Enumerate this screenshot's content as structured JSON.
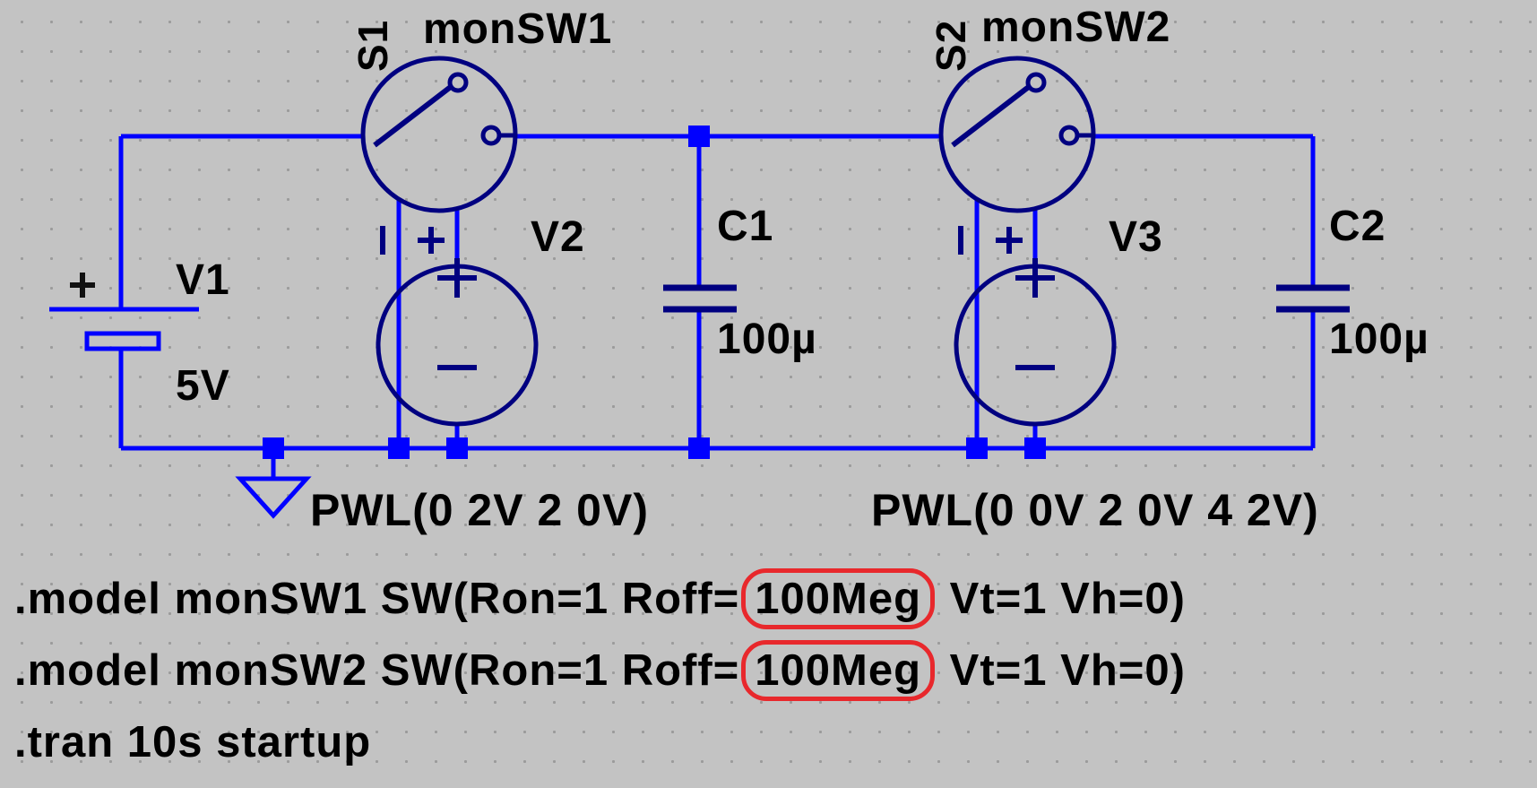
{
  "canvas": {
    "background": "#c3c3c3",
    "grid_dot_color": "#9b9b9b"
  },
  "colors": {
    "wire": "#0000ff",
    "symbol": "#000080",
    "junction": "#0000ff",
    "label_text": "#000000",
    "highlight_box": "#e8282c"
  },
  "components": {
    "V1": {
      "designator": "V1",
      "value": "5V"
    },
    "S1": {
      "designator": "S1",
      "model": "monSW1"
    },
    "V2": {
      "designator": "V2",
      "value": "PWL(0 2V 2 0V)"
    },
    "C1": {
      "designator": "C1",
      "value": "100µ"
    },
    "S2": {
      "designator": "S2",
      "model": "monSW2"
    },
    "V3": {
      "designator": "V3",
      "value": "PWL(0 0V 2 0V 4 2V)"
    },
    "C2": {
      "designator": "C2",
      "value": "100µ"
    }
  },
  "directives": [
    {
      "pre": ".model monSW1 SW(Ron=1 Roff=",
      "highlighted": "100Meg",
      "post": " Vt=1 Vh=0)"
    },
    {
      "pre": ".model monSW2 SW(Ron=1 Roff=",
      "highlighted": "100Meg",
      "post": " Vt=1 Vh=0)"
    },
    {
      "pre": ".tran 10s startup",
      "highlighted": "",
      "post": ""
    }
  ]
}
